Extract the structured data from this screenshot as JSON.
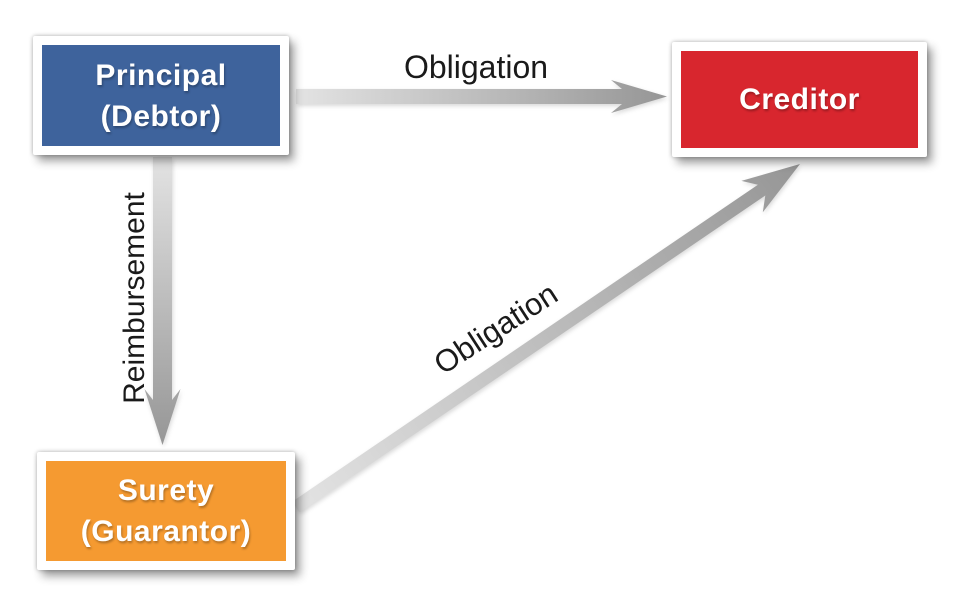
{
  "diagram": {
    "background": "#ffffff",
    "nodes": {
      "principal": {
        "label_line1": "Principal",
        "label_line2": "(Debtor)",
        "fill": "#3e639c",
        "text_color": "#ffffff"
      },
      "creditor": {
        "label_line1": "Creditor",
        "fill": "#d8262e",
        "text_color": "#ffffff"
      },
      "surety": {
        "label_line1": "Surety",
        "label_line2": "(Guarantor)",
        "fill": "#f59a31",
        "text_color": "#ffffff"
      }
    },
    "edges": {
      "principal_to_creditor": {
        "label": "Obligation"
      },
      "principal_to_surety": {
        "label": "Reimbursement"
      },
      "surety_to_creditor": {
        "label": "Obligation"
      }
    },
    "arrow": {
      "light": "#e3e3e3",
      "dark": "#969696",
      "label_color": "#1a1a1a"
    }
  }
}
